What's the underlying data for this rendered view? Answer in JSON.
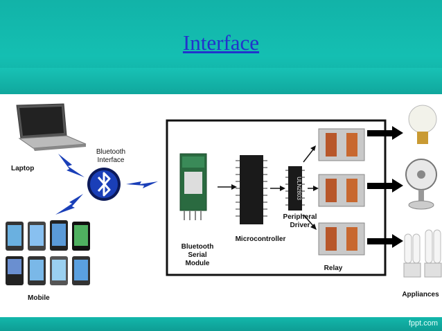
{
  "slide": {
    "title": "Interface",
    "brand": "fppt.com"
  },
  "diagram": {
    "laptop": "Laptop",
    "bluetooth_interface": [
      "Bluetooth",
      "Interface"
    ],
    "mobile": "Mobile",
    "bt_module": [
      "Bluetooth",
      "Serial",
      "Module"
    ],
    "microcontroller": "Microcontroller",
    "driver_chip": "ULN2803",
    "peripheral_driver": [
      "Peripheral",
      "Driver"
    ],
    "relay": "Relay",
    "appliances": "Appliances"
  },
  "colors": {
    "teal": "#14bfb2",
    "title": "#2233cc",
    "bt_blue": "#1a3fb8",
    "relay_glass": "#c9c9c9"
  }
}
